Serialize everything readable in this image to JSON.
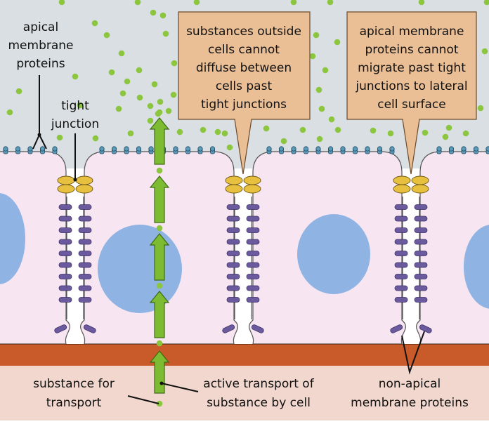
{
  "colors": {
    "lumen": "#d9dfe2",
    "cell": "#f7e6f1",
    "nucleus": "#8fb3e3",
    "basement": "#c95a2a",
    "basal_region": "#f1d7cd",
    "callout": "#ebbf95",
    "tight_junction": "#e8c040",
    "membrane_protein": "#6c5a9e",
    "apical_protein": "#5b9bb8",
    "dot": "#8cc63f",
    "arrow": "#7dbb33"
  },
  "icons": {
    "transport_arrow": "up-arrow",
    "substance": "green-dot",
    "junction": "paired-ellipses"
  },
  "labels": {
    "apical_membrane_proteins": [
      "apical",
      "membrane",
      "proteins"
    ],
    "tight_junction": [
      "tight",
      "junction"
    ],
    "substance_for_transport": [
      "substance for",
      "transport"
    ],
    "active_transport": [
      "active transport of",
      "substance by cell"
    ],
    "non_apical": [
      "non-apical",
      "membrane proteins"
    ]
  },
  "callouts": {
    "no_diffusion": [
      "substances outside",
      "cells cannot",
      "diffuse between",
      "cells past",
      "tight junctions"
    ],
    "no_migration": [
      "apical membrane",
      "proteins cannot",
      "migrate past tight",
      "junctions to lateral",
      "cell surface"
    ]
  }
}
